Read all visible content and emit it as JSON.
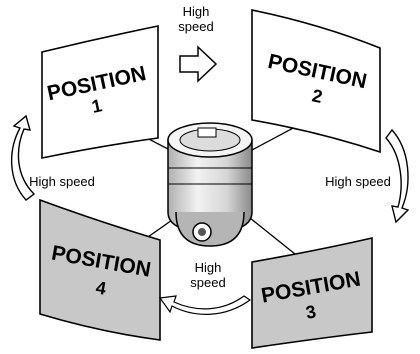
{
  "positions": [
    {
      "word": "POSITION",
      "number": "1"
    },
    {
      "word": "POSITION",
      "number": "2"
    },
    {
      "word": "POSITION",
      "number": "3"
    },
    {
      "word": "POSITION",
      "number": "4"
    }
  ],
  "speed_labels": {
    "top_line1": "High",
    "top_line2": "speed",
    "left": "High speed",
    "right": "High speed",
    "bottom_line1": "High",
    "bottom_line2": "speed"
  },
  "colors": {
    "panel_white": "#ffffff",
    "panel_gray": "#c8c8c8",
    "stroke": "#000000",
    "camera_body": "#e4e4e4",
    "camera_dark": "#555555"
  }
}
